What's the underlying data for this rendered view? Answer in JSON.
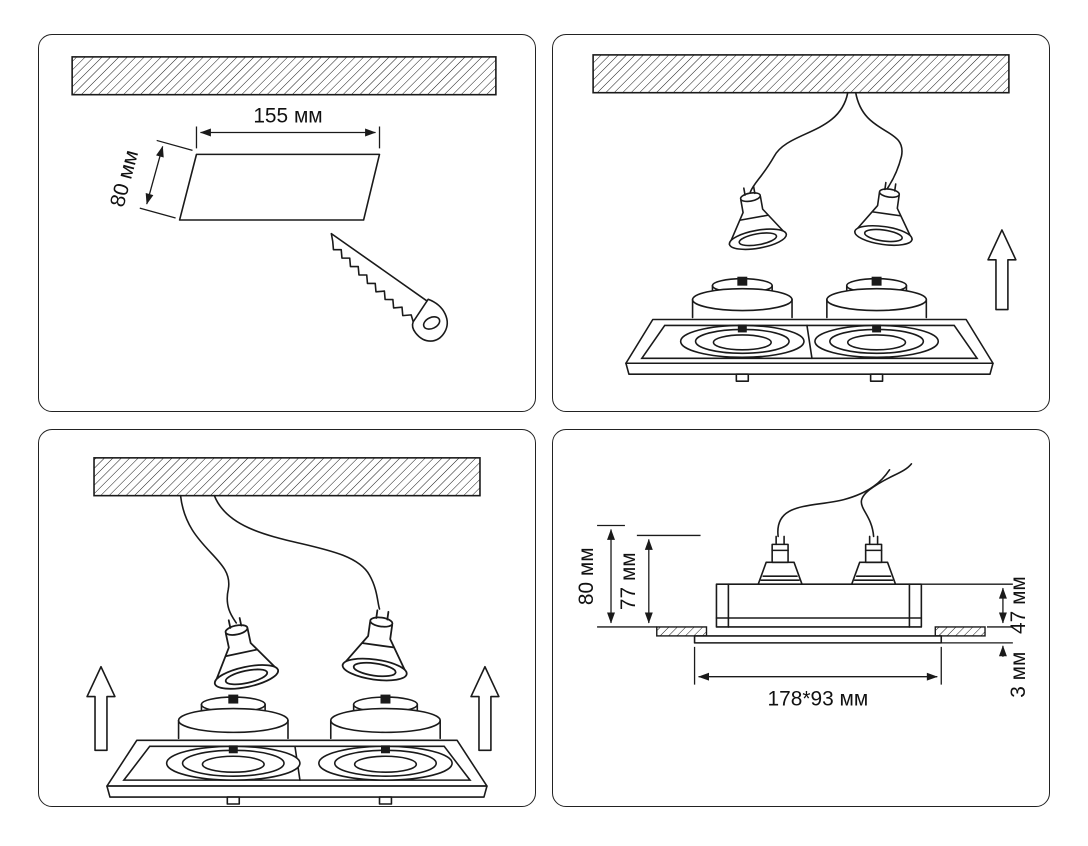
{
  "document": {
    "background": "#ffffff",
    "ink_color": "#1a1a1a"
  },
  "panels": {
    "step1": {
      "description": "cut-mounting-hole",
      "labels": {
        "hole_width": "155 мм",
        "hole_height": "80 мм"
      },
      "icons": [
        "ceiling-hatch",
        "cutout-template",
        "hand-saw-icon"
      ]
    },
    "step2": {
      "description": "connect-lamps-to-wiring",
      "icons": [
        "ceiling-hatch",
        "power-wire",
        "lamp-socket",
        "double-spot-fixture",
        "up-arrow-icon"
      ]
    },
    "step3": {
      "description": "push-fixture-into-opening",
      "icons": [
        "ceiling-hatch",
        "power-wire",
        "lamp-socket",
        "double-spot-fixture",
        "up-arrow-icon"
      ]
    },
    "step4": {
      "description": "installed-fixture-dimensions",
      "labels": {
        "height_overall": "80 мм",
        "height_body": "77 мм",
        "recess_height": "47 мм",
        "flange_height": "3 мм",
        "cutout_size": "178*93 мм"
      }
    }
  }
}
